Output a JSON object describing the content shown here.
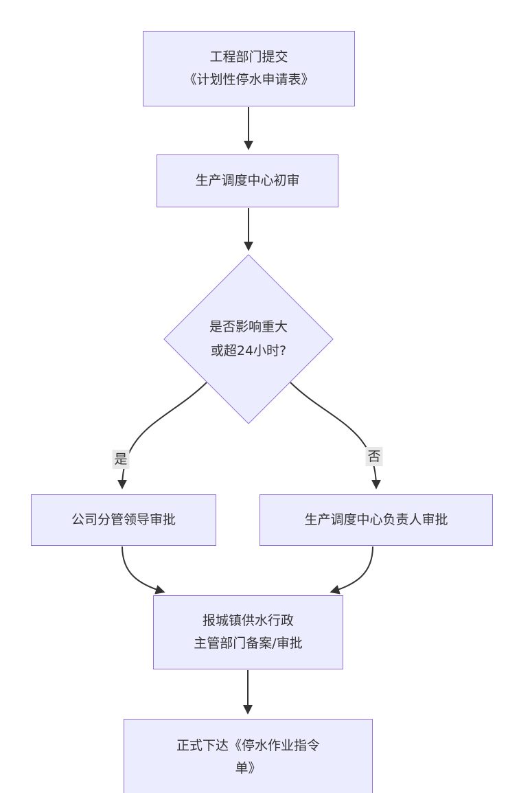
{
  "diagram": {
    "type": "flowchart",
    "direction": "top-down",
    "nodes": {
      "submit": {
        "shape": "rect",
        "lines": [
          "工程部门提交",
          "《计划性停水申请表》"
        ]
      },
      "initial_review": {
        "shape": "rect",
        "lines": [
          "生产调度中心初审"
        ]
      },
      "decision": {
        "shape": "diamond",
        "lines": [
          "是否影响重大",
          "或超24小时?"
        ]
      },
      "leader_approval": {
        "shape": "rect",
        "lines": [
          "公司分管领导审批"
        ]
      },
      "center_head_approval": {
        "shape": "rect",
        "lines": [
          "生产调度中心负责人审批"
        ]
      },
      "report_authority": {
        "shape": "rect",
        "lines": [
          "报城镇供水行政",
          "主管部门备案/审批"
        ]
      },
      "issue_order": {
        "shape": "rect",
        "lines": [
          "正式下达《停水作业指令",
          "单》"
        ]
      }
    },
    "edges": [
      {
        "from": "submit",
        "to": "initial_review",
        "label": ""
      },
      {
        "from": "initial_review",
        "to": "decision",
        "label": ""
      },
      {
        "from": "decision",
        "to": "leader_approval",
        "label": "是"
      },
      {
        "from": "decision",
        "to": "center_head_approval",
        "label": "否"
      },
      {
        "from": "leader_approval",
        "to": "report_authority",
        "label": ""
      },
      {
        "from": "center_head_approval",
        "to": "report_authority",
        "label": ""
      },
      {
        "from": "report_authority",
        "to": "issue_order",
        "label": ""
      }
    ],
    "colors": {
      "background": "#ffffff",
      "node_fill": "#ECECFF",
      "node_border": "#9370DB",
      "text": "#333333",
      "arrow": "#333333",
      "edge_label_bg": "#e8e8e8"
    }
  }
}
